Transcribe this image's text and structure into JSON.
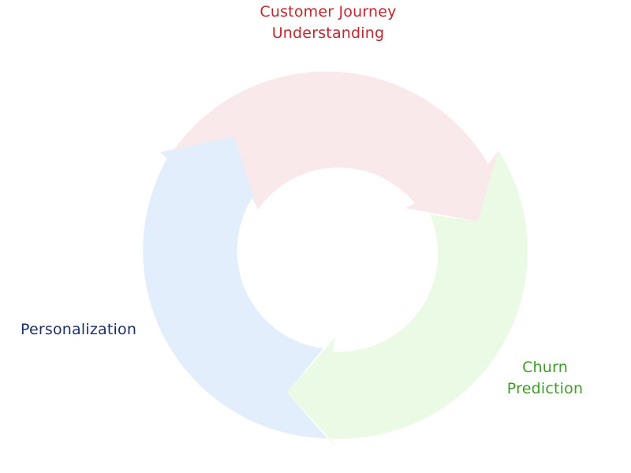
{
  "diagram": {
    "type": "cycle",
    "stages": [
      {
        "label": "Customer Journey\nUnderstanding",
        "fill": "#fae9ea",
        "text_color": "#c1272d"
      },
      {
        "label": "Churn\nPrediction",
        "fill": "#ebfae4",
        "text_color": "#3f9b2b"
      },
      {
        "label": "Personalization",
        "fill": "#e3eefc",
        "text_color": "#1b2f6b"
      }
    ]
  }
}
